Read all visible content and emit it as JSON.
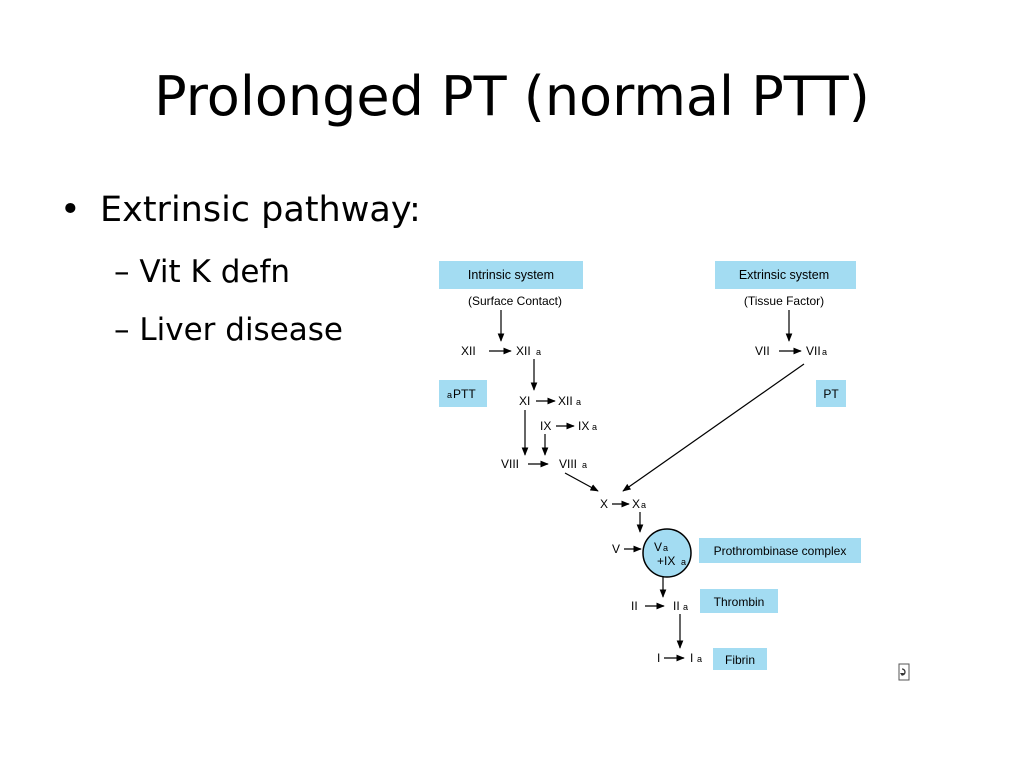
{
  "slide": {
    "title": "Prolonged PT (normal PTT)",
    "bullet": {
      "glyph": "•",
      "text": "Extrinsic pathway:"
    },
    "sub_bullets": [
      {
        "glyph": "–",
        "text": "Vit K defn"
      },
      {
        "glyph": "–",
        "text": "Liver disease"
      }
    ]
  },
  "diagram": {
    "box_color": "#a3dcf2",
    "labels": {
      "intrinsic_system": "Intrinsic system",
      "surface_contact": "(Surface Contact)",
      "extrinsic_system": "Extrinsic system",
      "tissue_factor": "(Tissue Factor)",
      "aptt_prefix": "a",
      "aptt": "PTT",
      "pt": "PT",
      "prothrombinase": "Prothrombinase complex",
      "thrombin": "Thrombin",
      "fibrin": "Fibrin"
    },
    "factors": {
      "xii": "XII",
      "xii_a": "XII",
      "xi": "XI",
      "xi_a": "XII",
      "ix": "IX",
      "ix_a": "IX",
      "viii": "VIII",
      "viii_a": "VIII",
      "vii": "VII",
      "vii_a": "VII",
      "x": "X",
      "x_a": "X",
      "v": "V",
      "v_a": "V",
      "ix_plus": "+IX",
      "ii": "II",
      "ii_a": "II",
      "i": "I",
      "i_a": "I",
      "sub_a": "a"
    },
    "corner_icon": "refresh-icon"
  }
}
